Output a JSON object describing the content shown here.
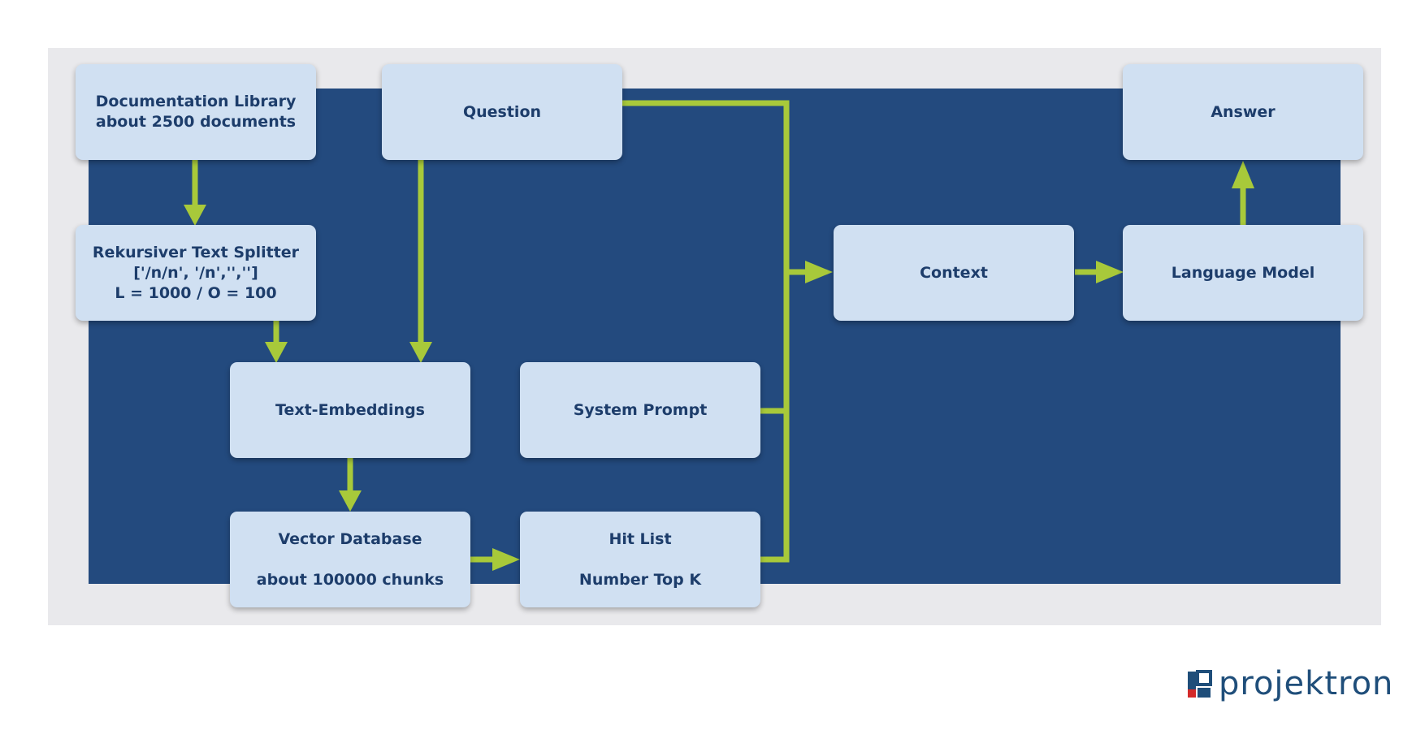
{
  "nodes": {
    "documentation_library": {
      "line1": "Documentation Library",
      "line2": "about 2500 documents"
    },
    "question": {
      "line1": "Question"
    },
    "answer": {
      "line1": "Answer"
    },
    "text_splitter": {
      "line1": "Rekursiver Text Splitter",
      "line2": "['/n/n', '/n','','']",
      "line3": "L = 1000 / O = 100"
    },
    "context": {
      "line1": "Context"
    },
    "language_model": {
      "line1": "Language Model"
    },
    "text_embeddings": {
      "line1": "Text-Embeddings"
    },
    "system_prompt": {
      "line1": "System Prompt"
    },
    "vector_database": {
      "line1": "Vector Database",
      "line2": "about 100000 chunks"
    },
    "hit_list": {
      "line1": "Hit List",
      "line2": "Number Top K"
    }
  },
  "colors": {
    "frame": "#e9e9ec",
    "panel": "#234a7e",
    "node_fill": "#d0e0f2",
    "node_text": "#1d3d6b",
    "connector": "#a8c93a",
    "logo_blue": "#1f4e7a",
    "logo_red": "#d42a2a"
  },
  "logo": {
    "wordmark": "projektron"
  }
}
